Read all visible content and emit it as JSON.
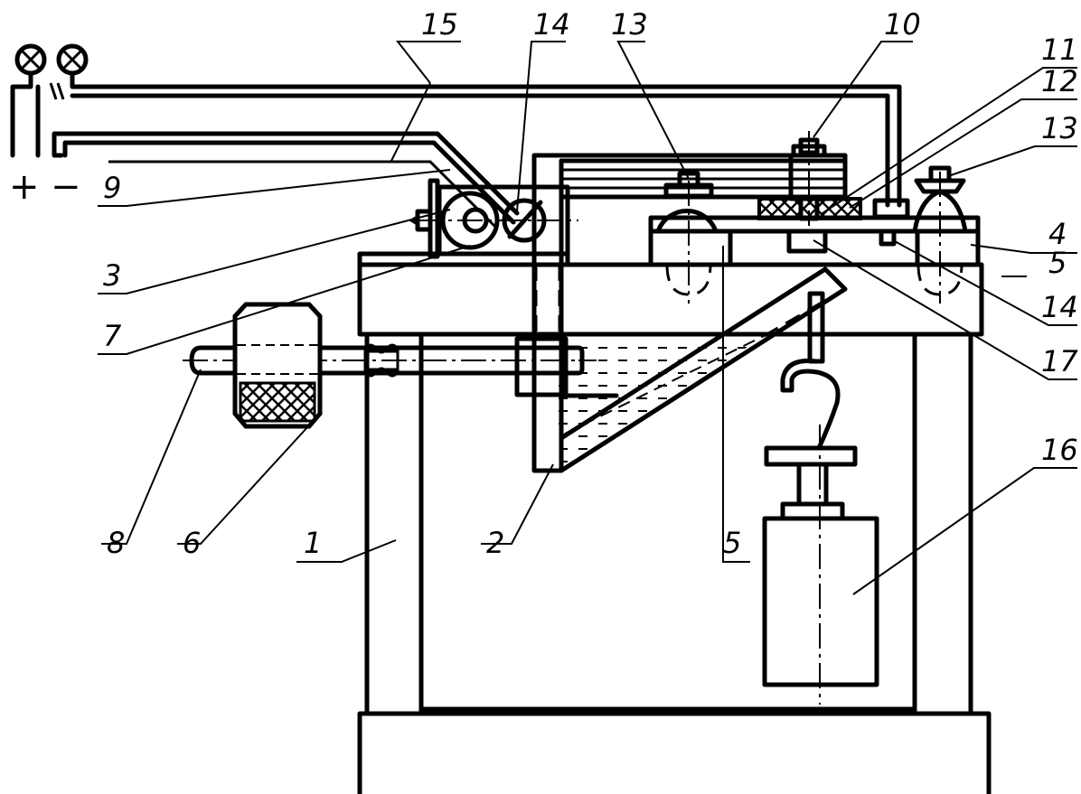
{
  "labels": {
    "l1": "1",
    "l2": "2",
    "l3": "3",
    "l4": "4",
    "l5a": "5",
    "l5b": "5",
    "l6": "6",
    "l7": "7",
    "l8": "8",
    "l9": "9",
    "l10": "10",
    "l11": "11",
    "l12": "12",
    "l13a": "13",
    "l13b": "13",
    "l14a": "14",
    "l14b": "14",
    "l15": "15",
    "l16": "16",
    "l17": "17"
  },
  "polarity": {
    "plus": "+",
    "minus": "−"
  },
  "colors": {
    "line": "#000000",
    "background": "#ffffff"
  }
}
